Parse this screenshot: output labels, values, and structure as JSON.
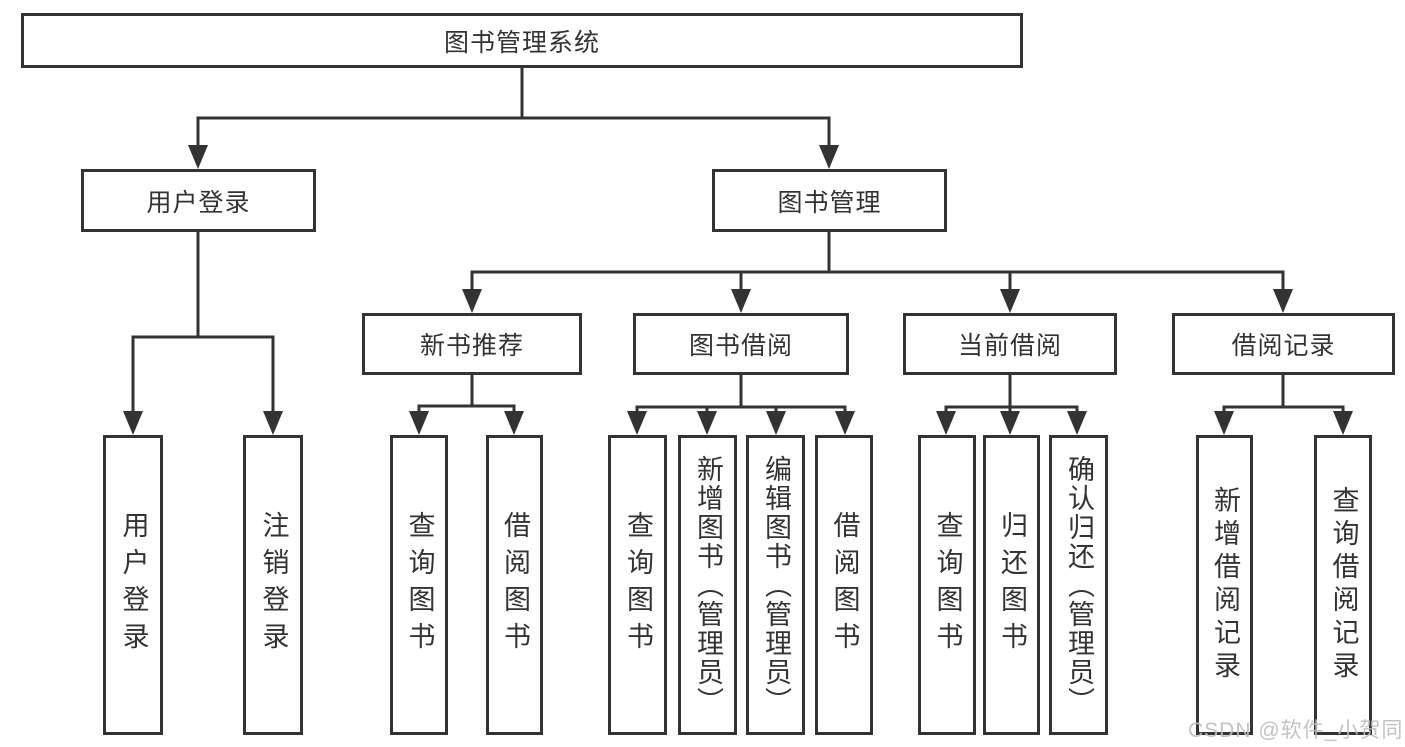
{
  "diagram": {
    "root": {
      "label": "图书管理系统"
    },
    "branches": [
      {
        "label": "用户登录",
        "children": [
          {
            "label": "用户登录"
          },
          {
            "label": "注销登录"
          }
        ]
      },
      {
        "label": "图书管理",
        "children": [
          {
            "label": "新书推荐",
            "children": [
              {
                "label": "查询图书"
              },
              {
                "label": "借阅图书"
              }
            ]
          },
          {
            "label": "图书借阅",
            "children": [
              {
                "label": "查询图书"
              },
              {
                "label": "新增图书（管理员）"
              },
              {
                "label": "编辑图书（管理员）"
              },
              {
                "label": "借阅图书"
              }
            ]
          },
          {
            "label": "当前借阅",
            "children": [
              {
                "label": "查询图书"
              },
              {
                "label": "归还图书"
              },
              {
                "label": "确认归还（管理员）"
              }
            ]
          },
          {
            "label": "借阅记录",
            "children": [
              {
                "label": "新增借阅记录"
              },
              {
                "label": "查询借阅记录"
              }
            ]
          }
        ]
      }
    ]
  },
  "watermark": {
    "text": "CSDN @软件_小贺同学"
  },
  "colors": {
    "line": "#333333",
    "text": "#333333",
    "box_background": "#ffffff",
    "background": "#ffffff",
    "watermark": "#bebebe"
  }
}
